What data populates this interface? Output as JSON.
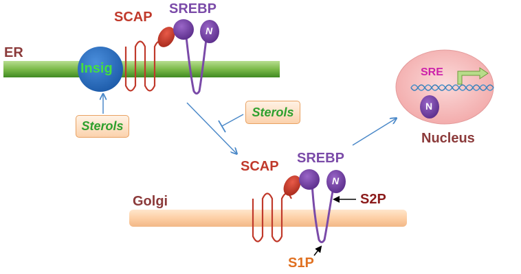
{
  "labels": {
    "er": "ER",
    "insig": "Insig",
    "scap_er": "SCAP",
    "srebp_er": "SREBP",
    "n_er": "N",
    "sterols_left": "Sterols",
    "sterols_mid": "Sterols",
    "sre": "SRE",
    "n_nucleus": "N",
    "nucleus": "Nucleus",
    "scap_golgi": "SCAP",
    "srebp_golgi": "SREBP",
    "n_golgi": "N",
    "golgi": "Golgi",
    "s2p": "S2P",
    "s1p": "S1P"
  },
  "colors": {
    "er_membrane": "#6aaa3a",
    "golgi_membrane": "#fdd0a8",
    "scap": "#c0392b",
    "srebp": "#7a4aa8",
    "insig": "#2a6fc0",
    "sterols_text": "#2ea02e",
    "membrane_label": "#8b3a3a",
    "s1p": "#e07020",
    "sre": "#cc22aa",
    "nucleus_fill": "#f7b8b8",
    "dna": "#4a90c8",
    "arrow": "#4a88c8",
    "inhibit": "#4a88c8",
    "promoter_arrow": "#90c060"
  }
}
